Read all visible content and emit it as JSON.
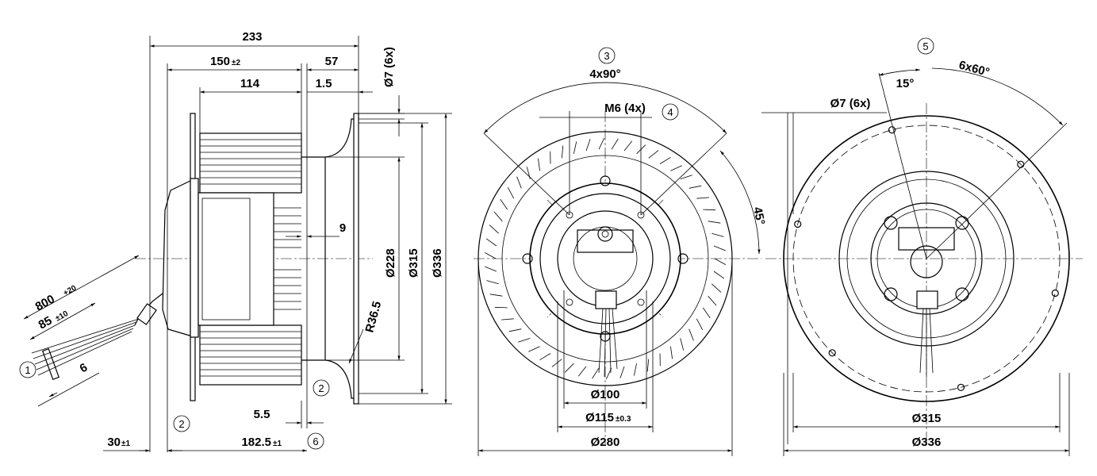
{
  "side_view": {
    "dims": {
      "total_length": "233",
      "length_150": "150",
      "length_150_tol": "±2",
      "length_57": "57",
      "length_114": "114",
      "offset_1_5": "1.5",
      "hole_dia": "Ø7 (6x)",
      "gap_9": "9",
      "dia_228": "Ø228",
      "dia_315": "Ø315",
      "dia_336": "Ø336",
      "radius": "R36.5",
      "cable_800": "800",
      "cable_800_tol": "+20",
      "cable_85": "85",
      "cable_85_tol": "±10",
      "cable_6": "6",
      "offset_5_5": "5.5",
      "offset_30": "30",
      "offset_30_tol": "±1",
      "length_182": "182.5",
      "length_182_tol": "±1"
    },
    "callouts": {
      "c1": "1",
      "c2a": "2",
      "c2b": "2",
      "c6": "6"
    }
  },
  "front_view": {
    "dims": {
      "angle_4x90": "4x90°",
      "thread": "M6 (4x)",
      "angle_45": "45°",
      "dia_100": "Ø100",
      "dia_115": "Ø115",
      "dia_115_tol": "±0.3",
      "dia_280": "Ø280"
    },
    "callouts": {
      "c3": "3",
      "c4": "4"
    }
  },
  "rear_view": {
    "dims": {
      "hole_dia": "Ø7 (6x)",
      "angle_15": "15°",
      "angle_6x60": "6x60°",
      "dia_315": "Ø315",
      "dia_336": "Ø336"
    },
    "callouts": {
      "c5": "5"
    }
  }
}
